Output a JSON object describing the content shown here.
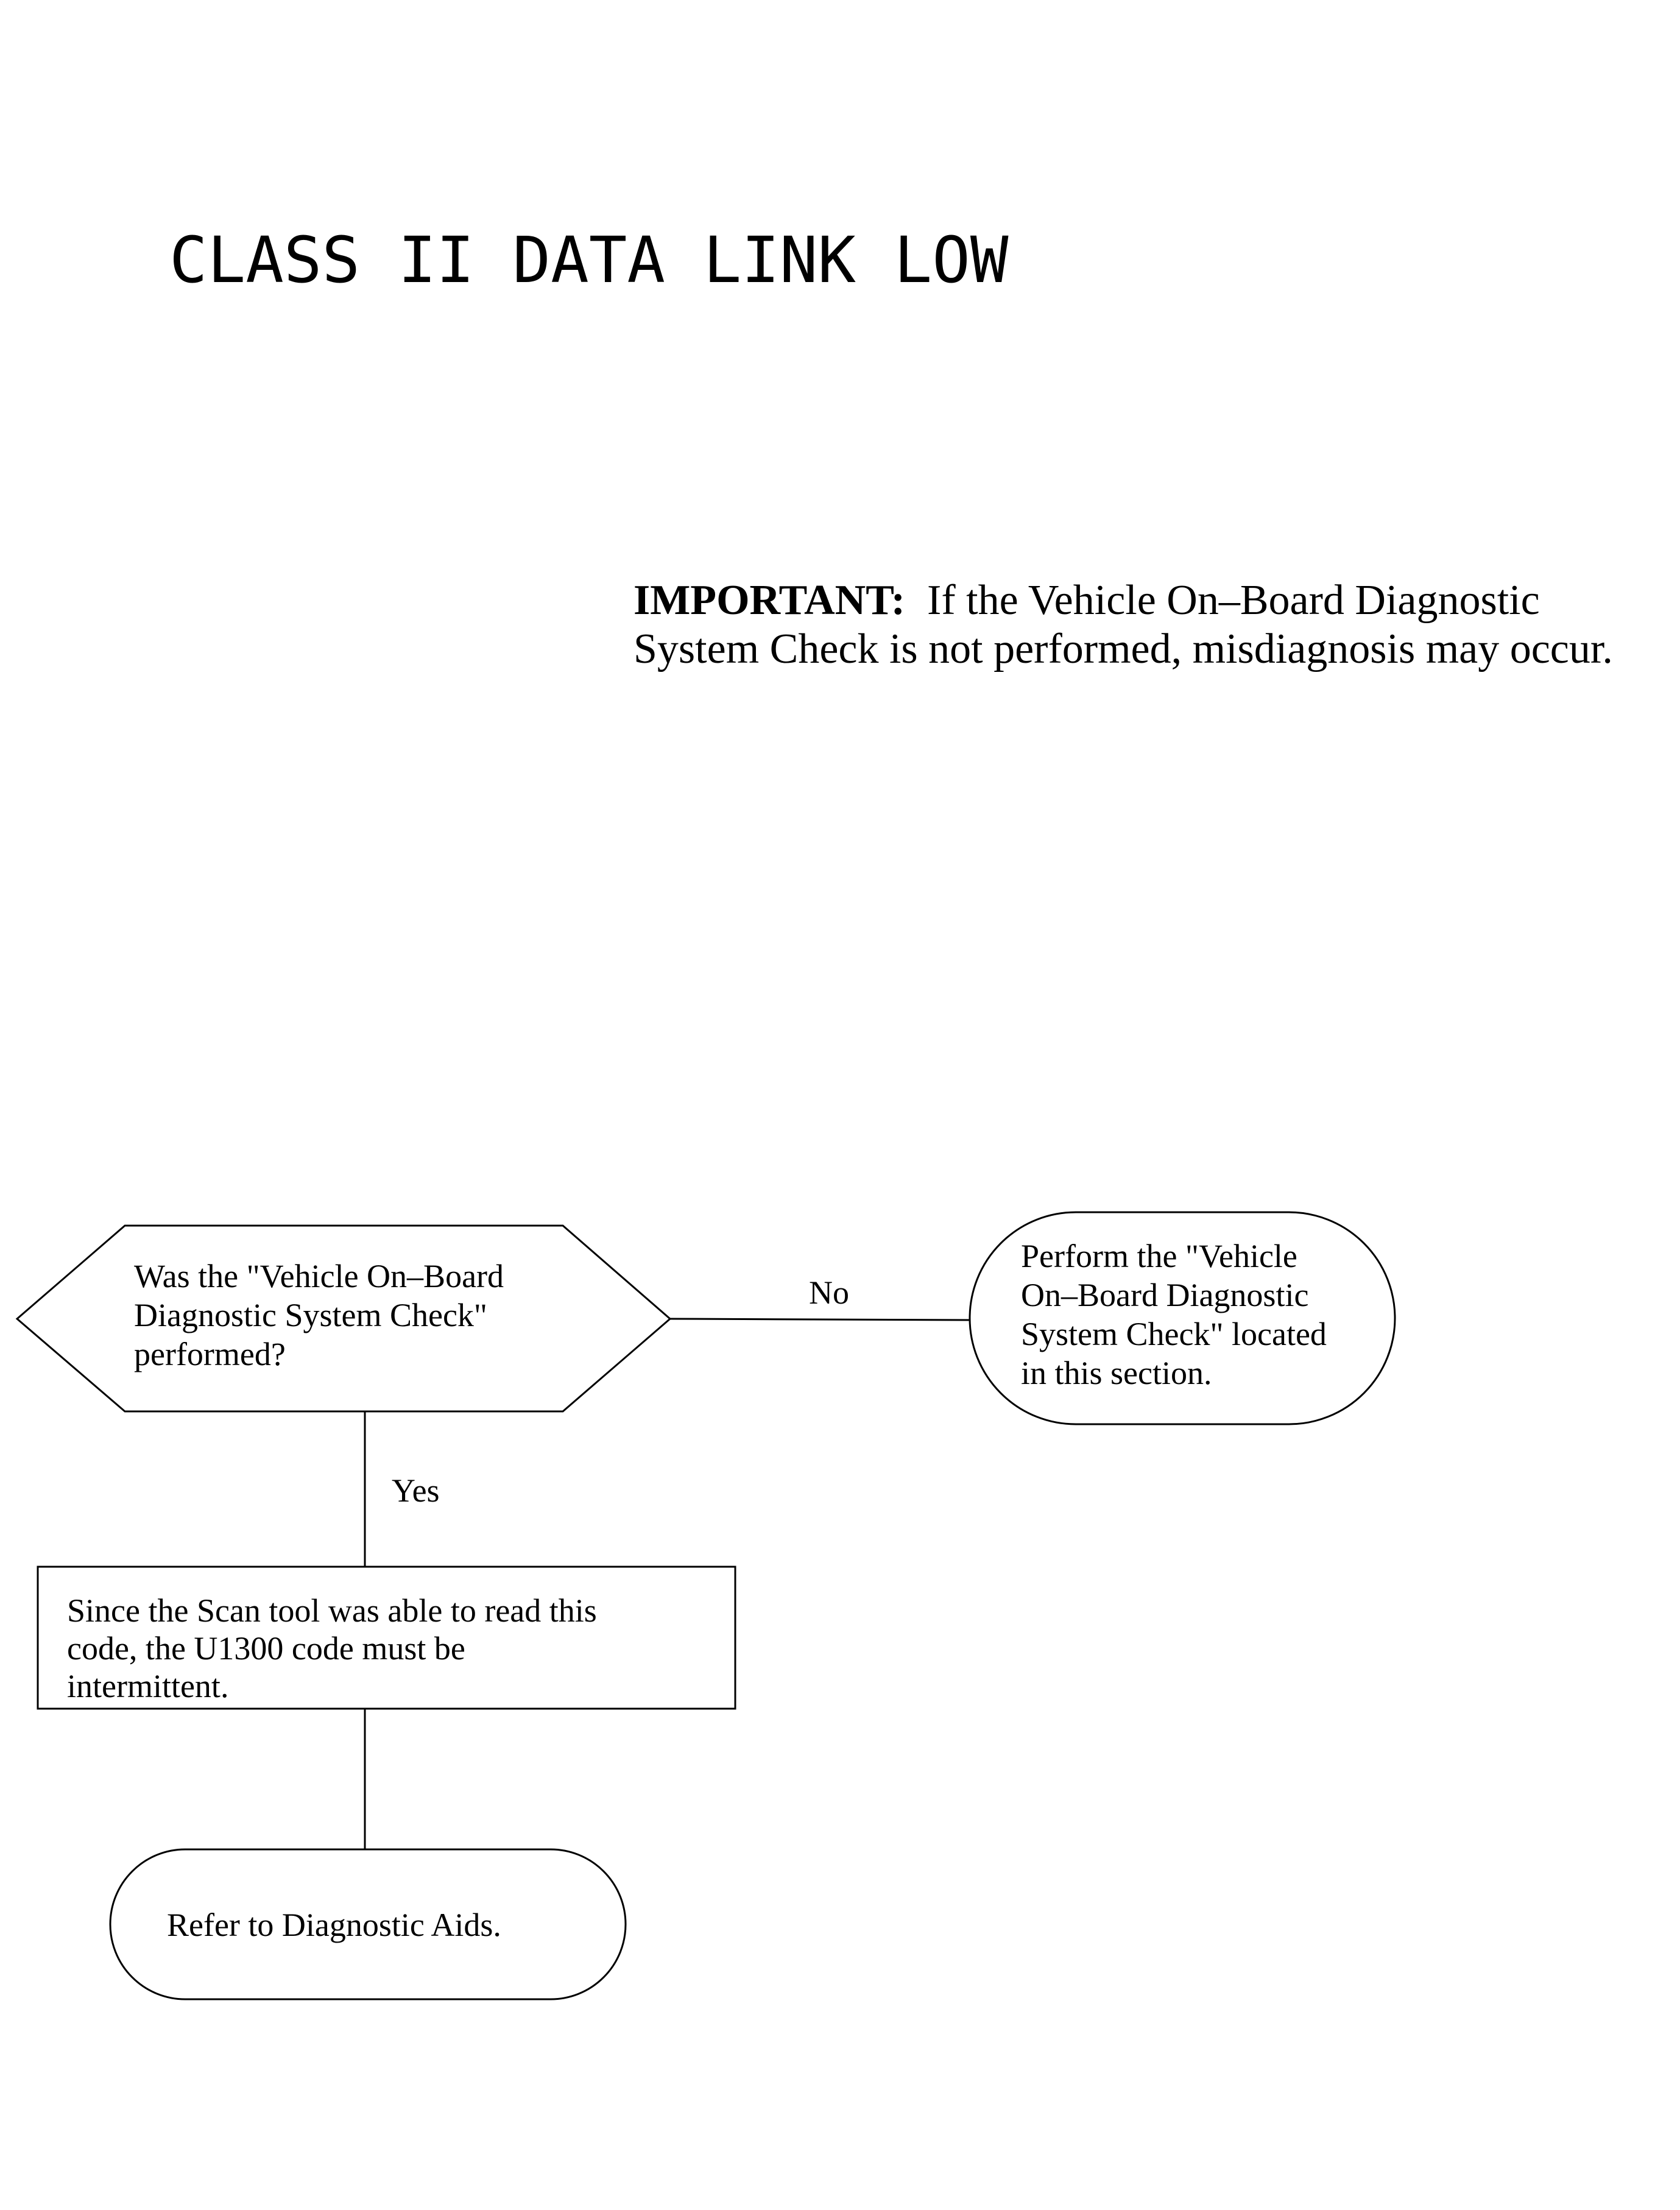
{
  "title": "CLASS II DATA LINK LOW",
  "important": {
    "label": "IMPORTANT:",
    "line1": "If the Vehicle On–Board Diagnostic",
    "line2": "System Check is not performed, misdiagnosis may occur."
  },
  "flowchart": {
    "decision": {
      "lines": [
        "Was the \"Vehicle On–Board",
        "Diagnostic System Check\"",
        "performed?"
      ]
    },
    "no_label": "No",
    "yes_label": "Yes",
    "no_terminal": {
      "lines": [
        "Perform the \"Vehicle",
        "On–Board  Diagnostic",
        "System Check\" located",
        "in this section."
      ]
    },
    "process": {
      "lines": [
        "Since the Scan tool was able to read this",
        "code, the U1300 code must be",
        "intermittent."
      ]
    },
    "end_terminal": {
      "lines": [
        "Refer to Diagnostic Aids."
      ]
    }
  }
}
